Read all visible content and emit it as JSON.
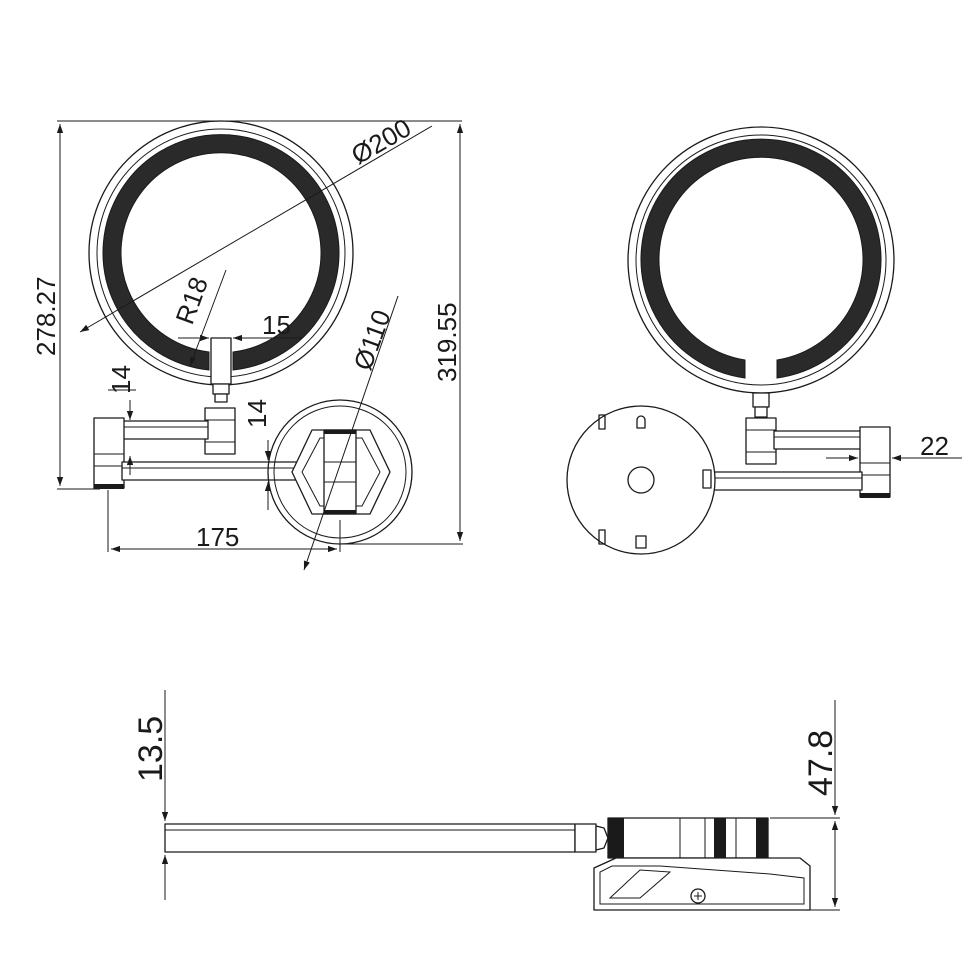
{
  "dimensions": {
    "diameter_mirror": "Ø200",
    "overall_height_left": "278.27",
    "overall_height_right": "319.55",
    "radius": "R18",
    "neck_width": "15",
    "diameter_base": "Ø110",
    "arm_gap_left": "14",
    "arm_gap_right": "14",
    "reach": "175",
    "hinge_offset": "22",
    "arm_thickness": "13.5",
    "base_depth": "47.8"
  },
  "colors": {
    "line": "#1a1a1a",
    "background": "#ffffff"
  }
}
